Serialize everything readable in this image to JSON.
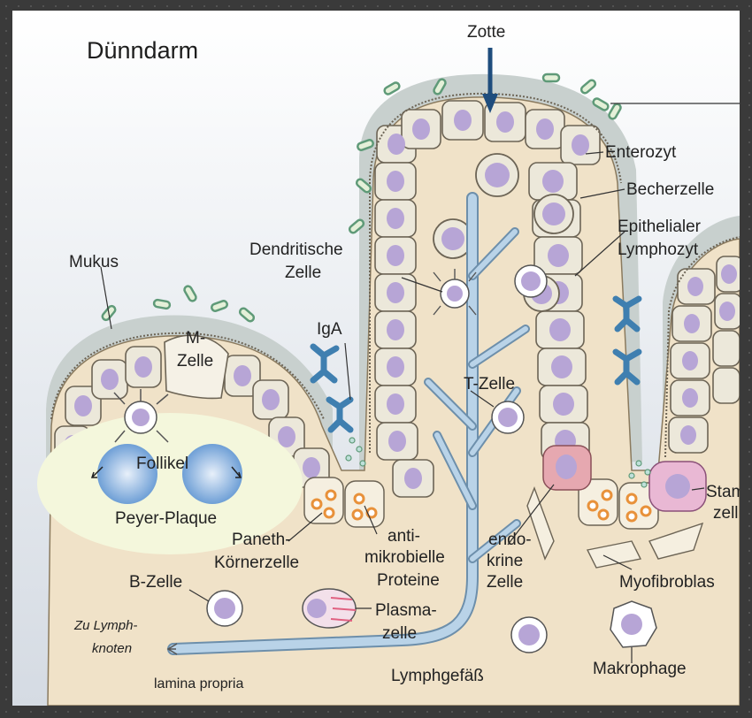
{
  "title": "Dünndarm",
  "labels": {
    "zotte": "Zotte",
    "enterozyt": "Enterozyt",
    "becherzelle": "Becherzelle",
    "epithelialer_1": "Epithelialer",
    "epithelialer_2": "Lymphozyt",
    "dendritische_1": "Dendritische",
    "dendritische_2": "Zelle",
    "mukus": "Mukus",
    "m_zelle_1": "M-",
    "m_zelle_2": "Zelle",
    "iga": "IgA",
    "t_zelle": "T-Zelle",
    "follikel": "Follikel",
    "peyer": "Peyer-Plaque",
    "paneth_1": "Paneth-",
    "paneth_2": "Körnerzelle",
    "anti_1": "anti-",
    "anti_2": "mikrobielle",
    "anti_3": "Proteine",
    "endo_1": "endo-",
    "endo_2": "krine",
    "endo_3": "Zelle",
    "stam_1": "Stam",
    "stam_2": "zell",
    "myofibro": "Myofibroblas",
    "b_zelle": "B-Zelle",
    "plasma_1": "Plasma-",
    "plasma_2": "zelle",
    "lymph_1": "Zu Lymph-",
    "lymph_2": "knoten",
    "lymphgefass": "Lymphgefäß",
    "makrophage": "Makrophage",
    "lamina": "lamina propria"
  },
  "colors": {
    "lamina": "#f0e2c8",
    "epithelium": "#e9e6d8",
    "nucleus": "#b7a5d6",
    "mucus": "#c9d1cf",
    "vessel": "#b9d3e8",
    "antibody": "#3f7fb0",
    "follicle": "#7aaadb",
    "paneth_granule": "#e8913a",
    "enteroendocrine": "#e6a8b0",
    "background_top": "#dfe4ea"
  }
}
